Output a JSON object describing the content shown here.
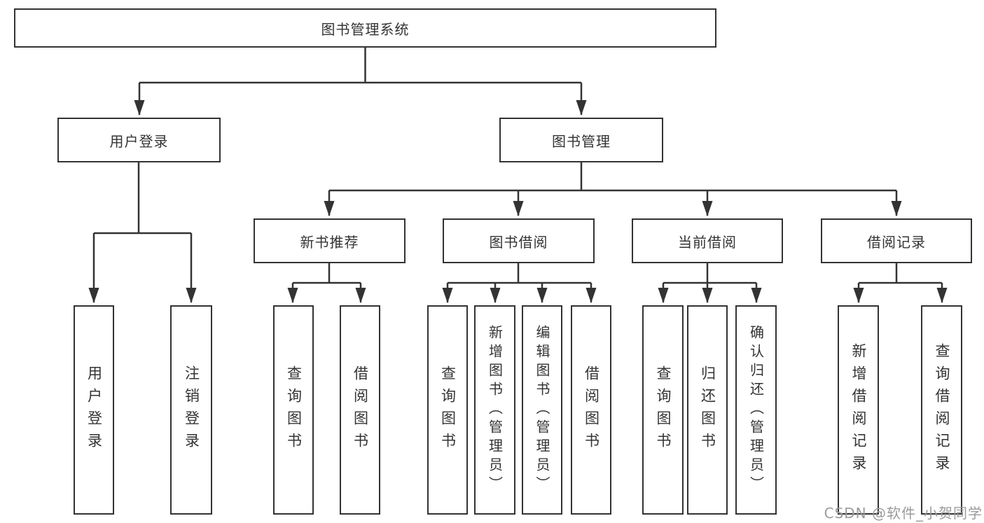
{
  "diagram": {
    "root": {
      "label": "图书管理系统"
    },
    "level2": {
      "user_login": {
        "label": "用户登录"
      },
      "book_mgmt": {
        "label": "图书管理"
      }
    },
    "level3": {
      "new_book_rec": {
        "label": "新书推荐"
      },
      "book_borrow": {
        "label": "图书借阅"
      },
      "current_borrow": {
        "label": "当前借阅"
      },
      "borrow_record": {
        "label": "借阅记录"
      }
    },
    "leaves": {
      "user_login": {
        "label": "用户登录"
      },
      "logout": {
        "label": "注销登录"
      },
      "rec_query_book": {
        "label": "查询图书"
      },
      "rec_borrow_book": {
        "label": "借阅图书"
      },
      "bb_query_book": {
        "label": "查询图书"
      },
      "bb_add_book": {
        "label": "新增图书（管理员）"
      },
      "bb_edit_book": {
        "label": "编辑图书（管理员）"
      },
      "bb_borrow_book": {
        "label": "借阅图书"
      },
      "cb_query_book": {
        "label": "查询图书"
      },
      "cb_return_book": {
        "label": "归还图书"
      },
      "cb_confirm_return": {
        "label": "确认归还（管理员）"
      },
      "br_add_record": {
        "label": "新增借阅记录"
      },
      "br_query_record": {
        "label": "查询借阅记录"
      }
    }
  },
  "watermark": {
    "text": "CSDN @软件_小贺同学"
  },
  "colors": {
    "line": "#333333",
    "box_border": "#333333",
    "background": "#ffffff",
    "watermark_text": "#9b9b9b"
  }
}
